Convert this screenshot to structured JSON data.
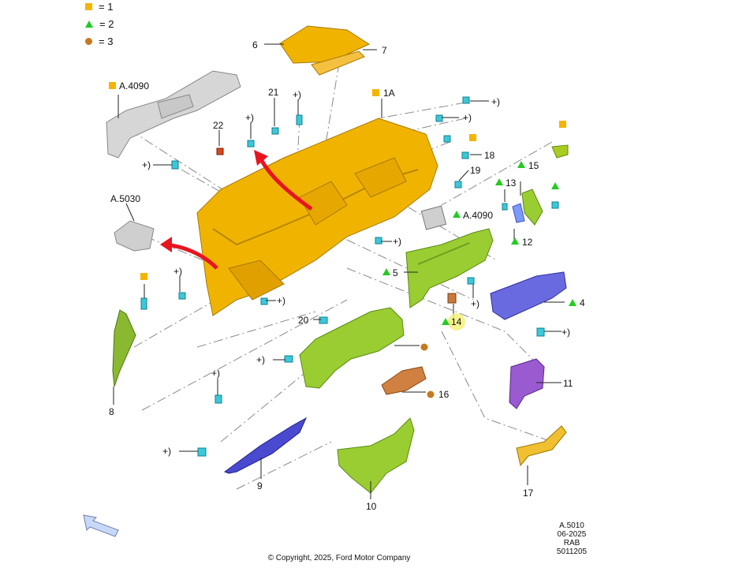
{
  "legend": [
    {
      "symbol": "square",
      "text": "= 1"
    },
    {
      "symbol": "triangle",
      "text": "= 2"
    },
    {
      "symbol": "circle",
      "text": "= 3"
    }
  ],
  "colors": {
    "square": "#f5b400",
    "triangle": "#22cc22",
    "circle": "#c8781e",
    "panel": "#f0b400",
    "green_part": "#9acd32",
    "blue_part": "#5a5ad8",
    "purple_part": "#9a5ad0",
    "clip": "#3cc8d8",
    "arrow": "#e8141e",
    "gray_part": "#cfcfcf",
    "copper_part": "#d08040"
  },
  "labels": {
    "l6": "6",
    "l7": "7",
    "a4090_left": "A.4090",
    "l1a": "1A",
    "l21": "21",
    "l21_plus": "+)",
    "l22": "22",
    "l22_plus": "+)",
    "plus_top1": "+)",
    "plus_top2": "+)",
    "l18": "18",
    "l19": "19",
    "l15": "15",
    "l13": "13",
    "a4090_right": "A.4090",
    "l12": "12",
    "plus_left": "+)",
    "a5030": "A.5030",
    "plus_mid": "+)",
    "plus_mid2": "+)",
    "plus_center": "+)",
    "l5": "5",
    "l5_plus": "+)",
    "l4": "4",
    "l14": "14",
    "l20": "20",
    "l11": "11",
    "l11_plus": "+)",
    "l8": "8",
    "plus_low1": "+)",
    "plus_low2": "+)",
    "plus_low3": "+)",
    "l16": "16",
    "l9": "9",
    "l10": "10",
    "l17": "17"
  },
  "footer": {
    "copyright": "© Copyright, 2025, Ford Motor Company",
    "code": "A.5010",
    "date": "06-2025",
    "group": "RAB",
    "number": "5011205"
  }
}
